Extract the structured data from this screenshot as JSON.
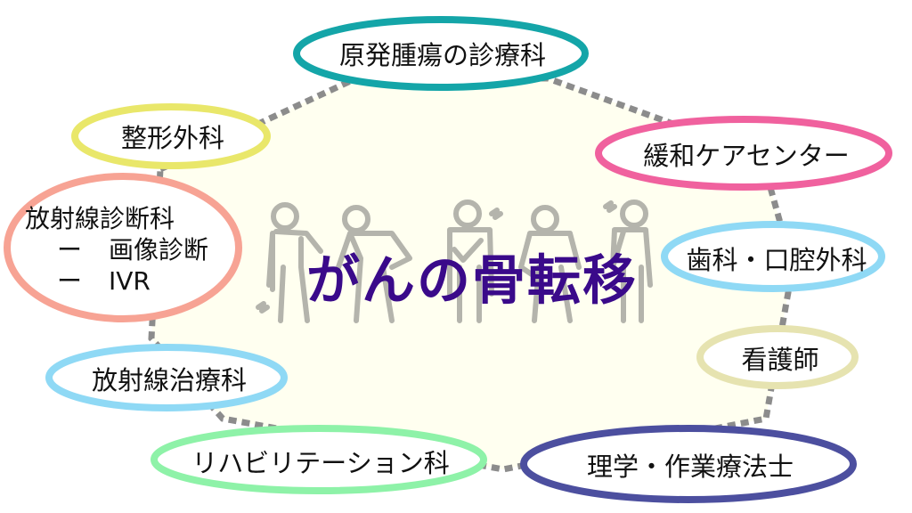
{
  "title": "がんの骨転移",
  "colors": {
    "title": "#3a0a8a",
    "hub_fill": "#fffff0",
    "hub_border": "#8c8c8c",
    "figures": "#b4b4ac"
  },
  "nodes": [
    {
      "label": "原発腫瘍の診療科",
      "color": "#14a5a8"
    },
    {
      "label": "緩和ケアセンター",
      "color": "#f0619e"
    },
    {
      "label": "歯科・口腔外科",
      "color": "#8fd9f5"
    },
    {
      "label": "看護師",
      "color": "#e6e3b0"
    },
    {
      "label": "理学・作業療法士",
      "color": "#4c4f9f"
    },
    {
      "label": "リハビリテーション科",
      "color": "#8ef2a8"
    },
    {
      "label": "放射線治療科",
      "color": "#8fd9f5"
    },
    {
      "label": "放射線診断科",
      "color": "#f7a394",
      "sub": [
        {
          "dash": "ー",
          "text": "画像診断"
        },
        {
          "dash": "ー",
          "text": "IVR"
        }
      ]
    },
    {
      "label": "整形外科",
      "color": "#e9e76a"
    }
  ]
}
